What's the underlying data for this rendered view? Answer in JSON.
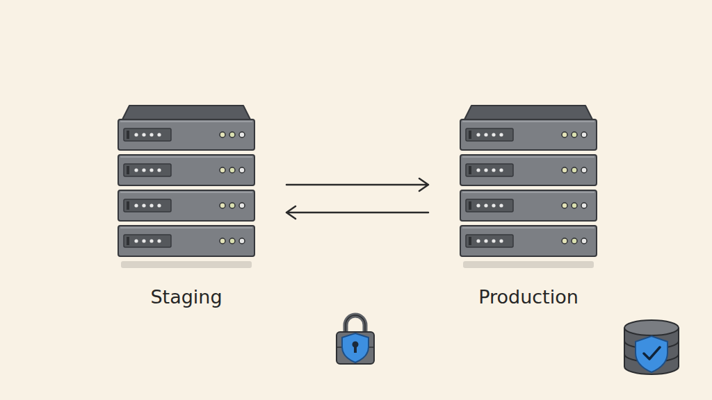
{
  "diagram": {
    "nodes": [
      {
        "text": [
          "Staging"
        ]
      },
      {
        "text": [
          "Production"
        ]
      }
    ],
    "edges": [
      {
        "from": 0,
        "to": 1,
        "arrow": "to"
      },
      {
        "from": 1,
        "to": 0,
        "arrow": "to"
      }
    ]
  }
}
